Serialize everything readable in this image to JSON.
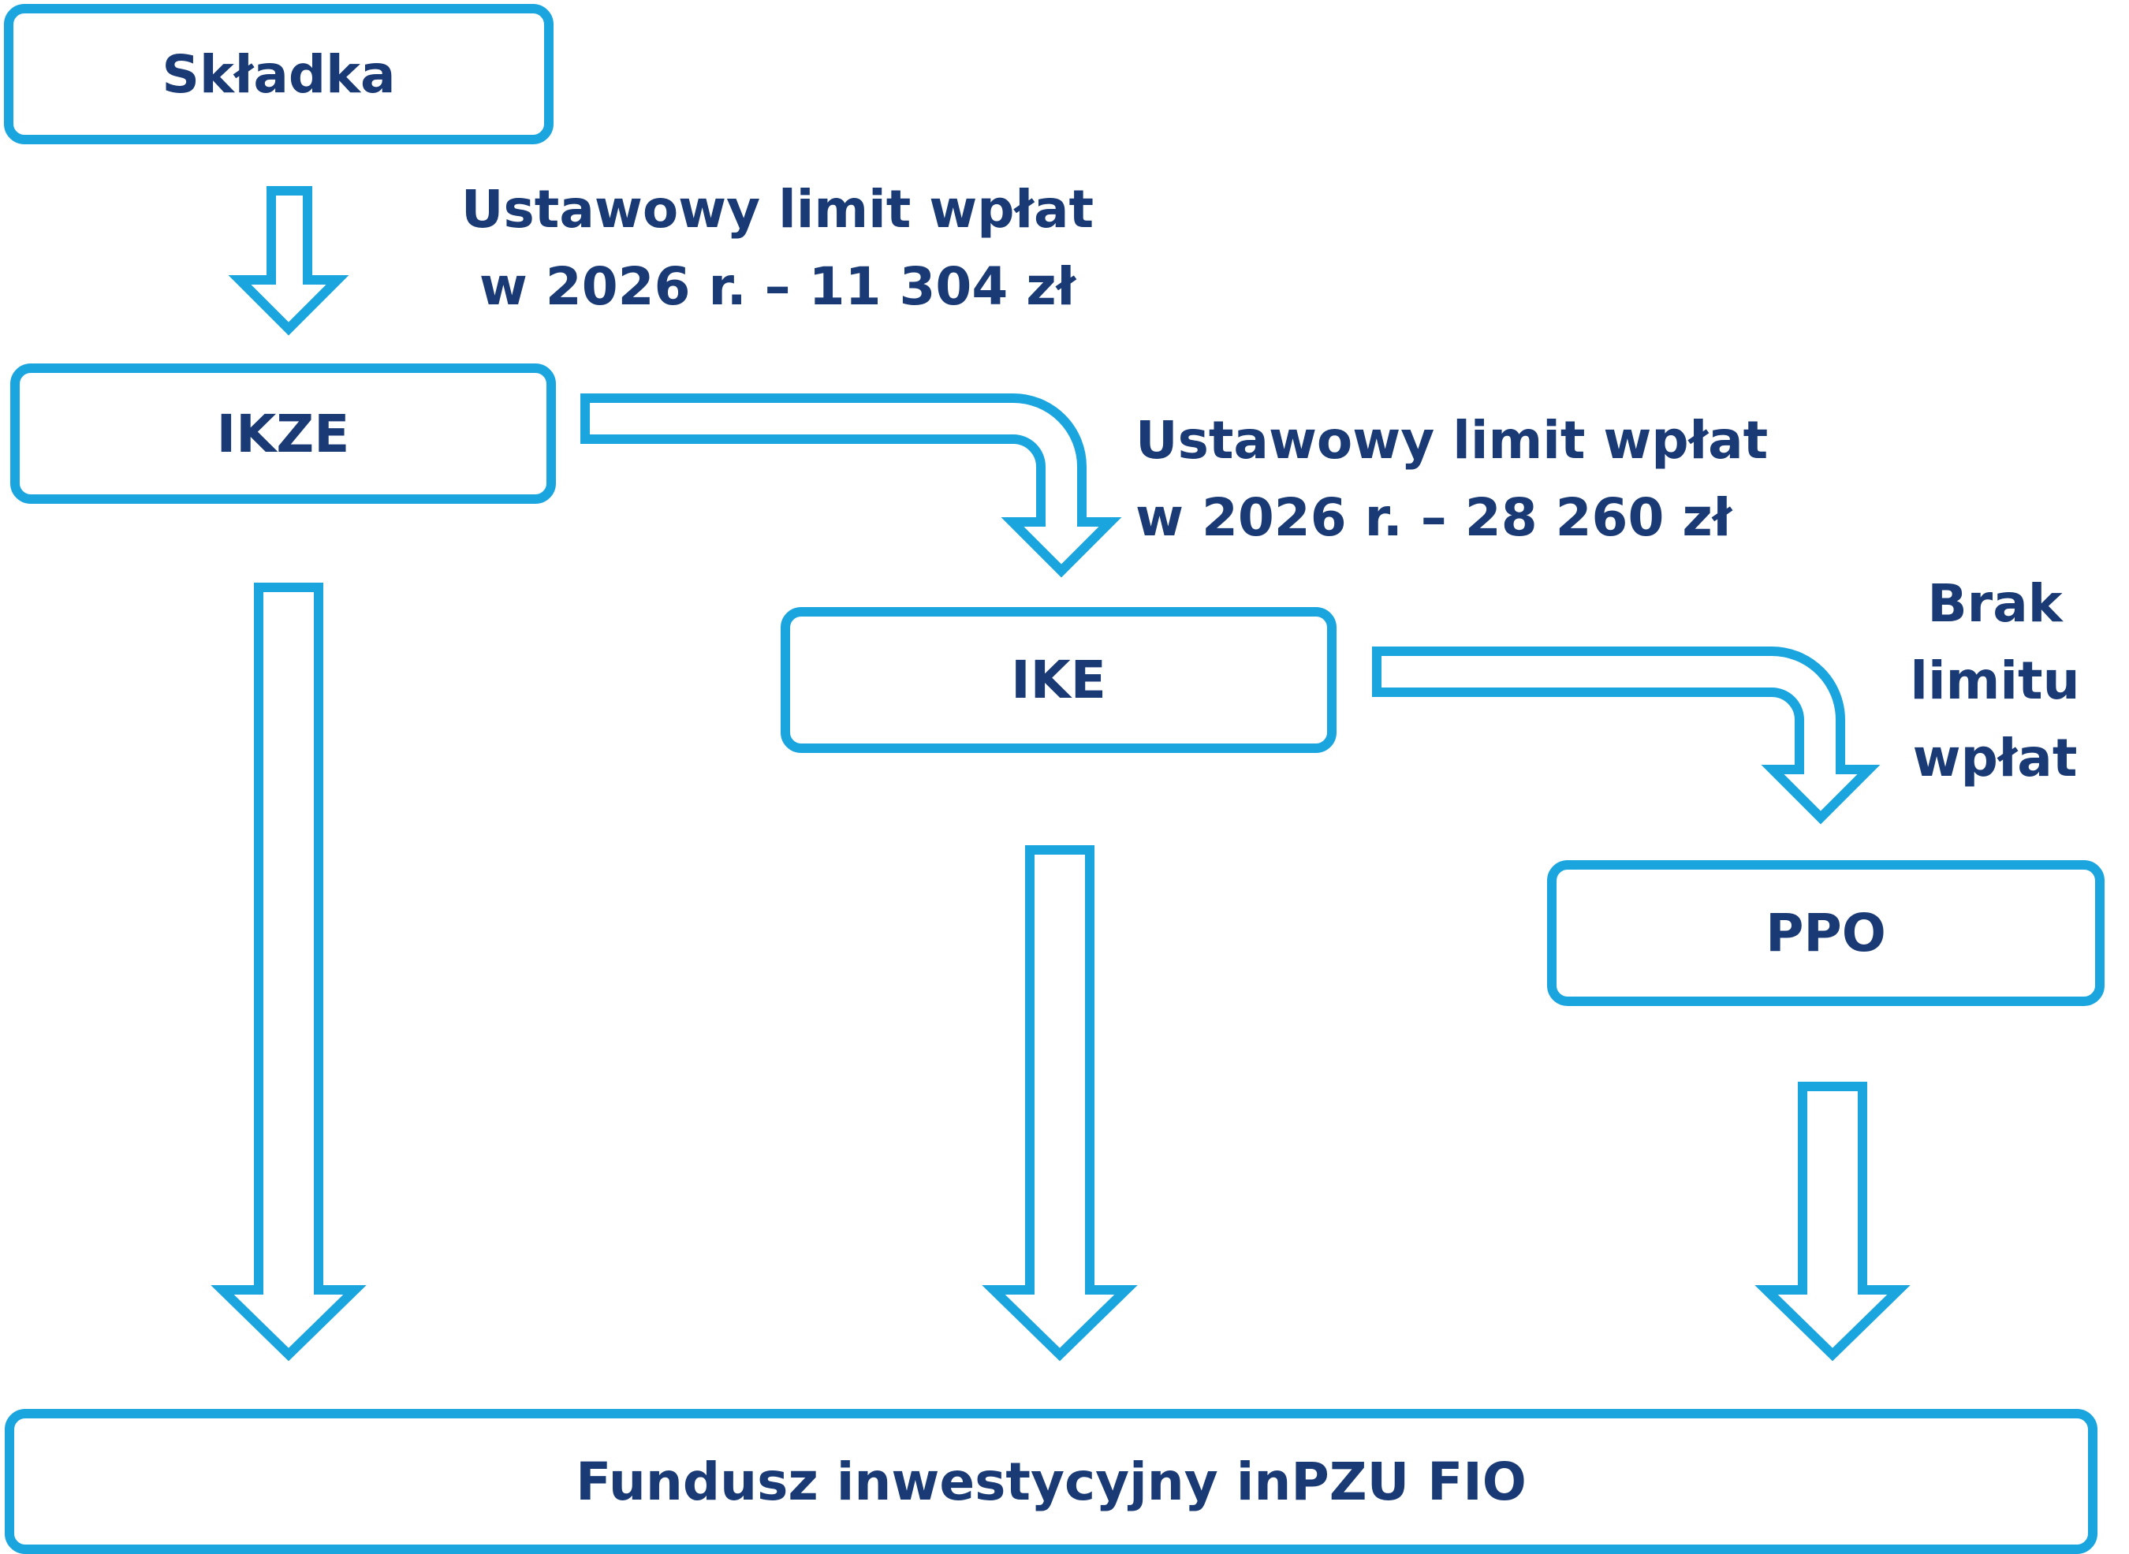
{
  "boxes": {
    "skladka": "Składka",
    "ikze": "IKZE",
    "ike": "IKE",
    "ppo": "PPO",
    "fund": "Fundusz inwestycyjny inPZU FIO"
  },
  "notes": {
    "ikze_limit": {
      "line1": "Ustawowy limit wpłat",
      "line2": "w 2026 r. – 11 304 zł"
    },
    "ike_limit": {
      "line1": "Ustawowy limit wpłat",
      "line2": "w 2026 r. – 28 260 zł"
    },
    "ppo_limit": {
      "line1": "Brak",
      "line2": "limitu",
      "line3": "wpłat"
    }
  },
  "colors": {
    "outline": "#1aa5df",
    "text": "#1a3a75",
    "fill": "#ffffff"
  }
}
